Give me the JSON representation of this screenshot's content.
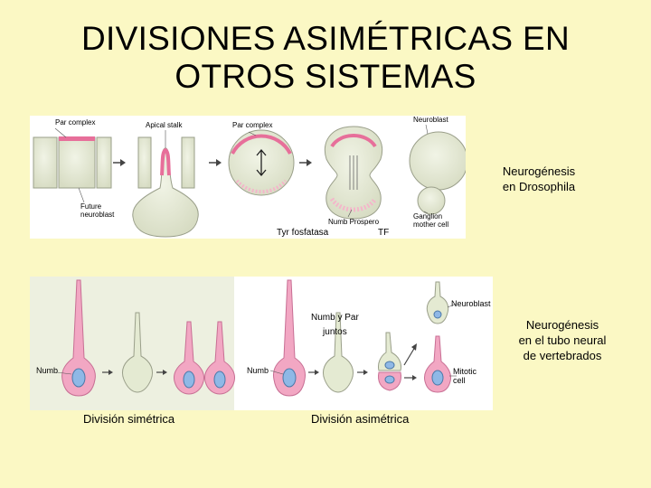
{
  "title": {
    "line1": "DIVISIONES ASIMÉTRICAS EN",
    "line2": "OTROS SISTEMAS"
  },
  "top_panel": {
    "labels": {
      "par_complex_1": "Par complex",
      "apical_stalk": "Apical stalk",
      "par_complex_2": "Par complex",
      "neuroblast": "Neuroblast",
      "future_neuroblast": "Future\nneuroblast",
      "numb_prospero": "Numb Prospero",
      "ganglion_mother_cell": "Ganglion\nmother cell"
    },
    "caption_tyr": "Tyr fosfatasa",
    "caption_tf": "TF",
    "side_label": "Neurogénesis\nen Drosophila"
  },
  "bottom_panel": {
    "labels": {
      "numb_left": "Numb",
      "numb_right": "Numb",
      "neuroblast": "Neuroblast",
      "mitotic_cell": "Mitotic\ncell"
    },
    "annotation_numb_par": "Numb y Par\njuntos",
    "caption_symmetric": "División simétrica",
    "caption_asymmetric": "División asimétrica",
    "side_label": "Neurogénesis\nen el tubo neural\nde vertebrados"
  },
  "colors": {
    "background": "#fbf8c4",
    "cell_fill": "#e4ead2",
    "cell_outline": "#9a9f8a",
    "crescent": "#e76f9a",
    "neuro_pink": "#f2a7c3",
    "nucleus": "#8fb8e6"
  }
}
